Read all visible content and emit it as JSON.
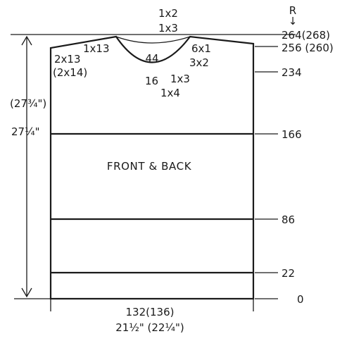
{
  "diagram": {
    "center_label": "FRONT & BACK",
    "neck_rows": "44",
    "top_decrease_1": "1x2",
    "top_decrease_2": "1x3",
    "right_marker": "R",
    "right_arrow": "↓",
    "shoulder_left": "1x13",
    "shoulder_right": "6x1",
    "armhole_left_1": "2x13",
    "armhole_left_2": "(2x14)",
    "neck_bottom": "16",
    "neck_right_1": "3x2",
    "neck_right_2": "1x3",
    "neck_right_3": "1x4",
    "width_stitches": "132(136)",
    "width_inches": "21½\" (22¼\")",
    "height_large": "(27¾\")",
    "height_small": "27¼\"",
    "row_labels": [
      "264(268)",
      "256 (260)",
      "234",
      "166",
      "86",
      "22",
      "0"
    ]
  }
}
